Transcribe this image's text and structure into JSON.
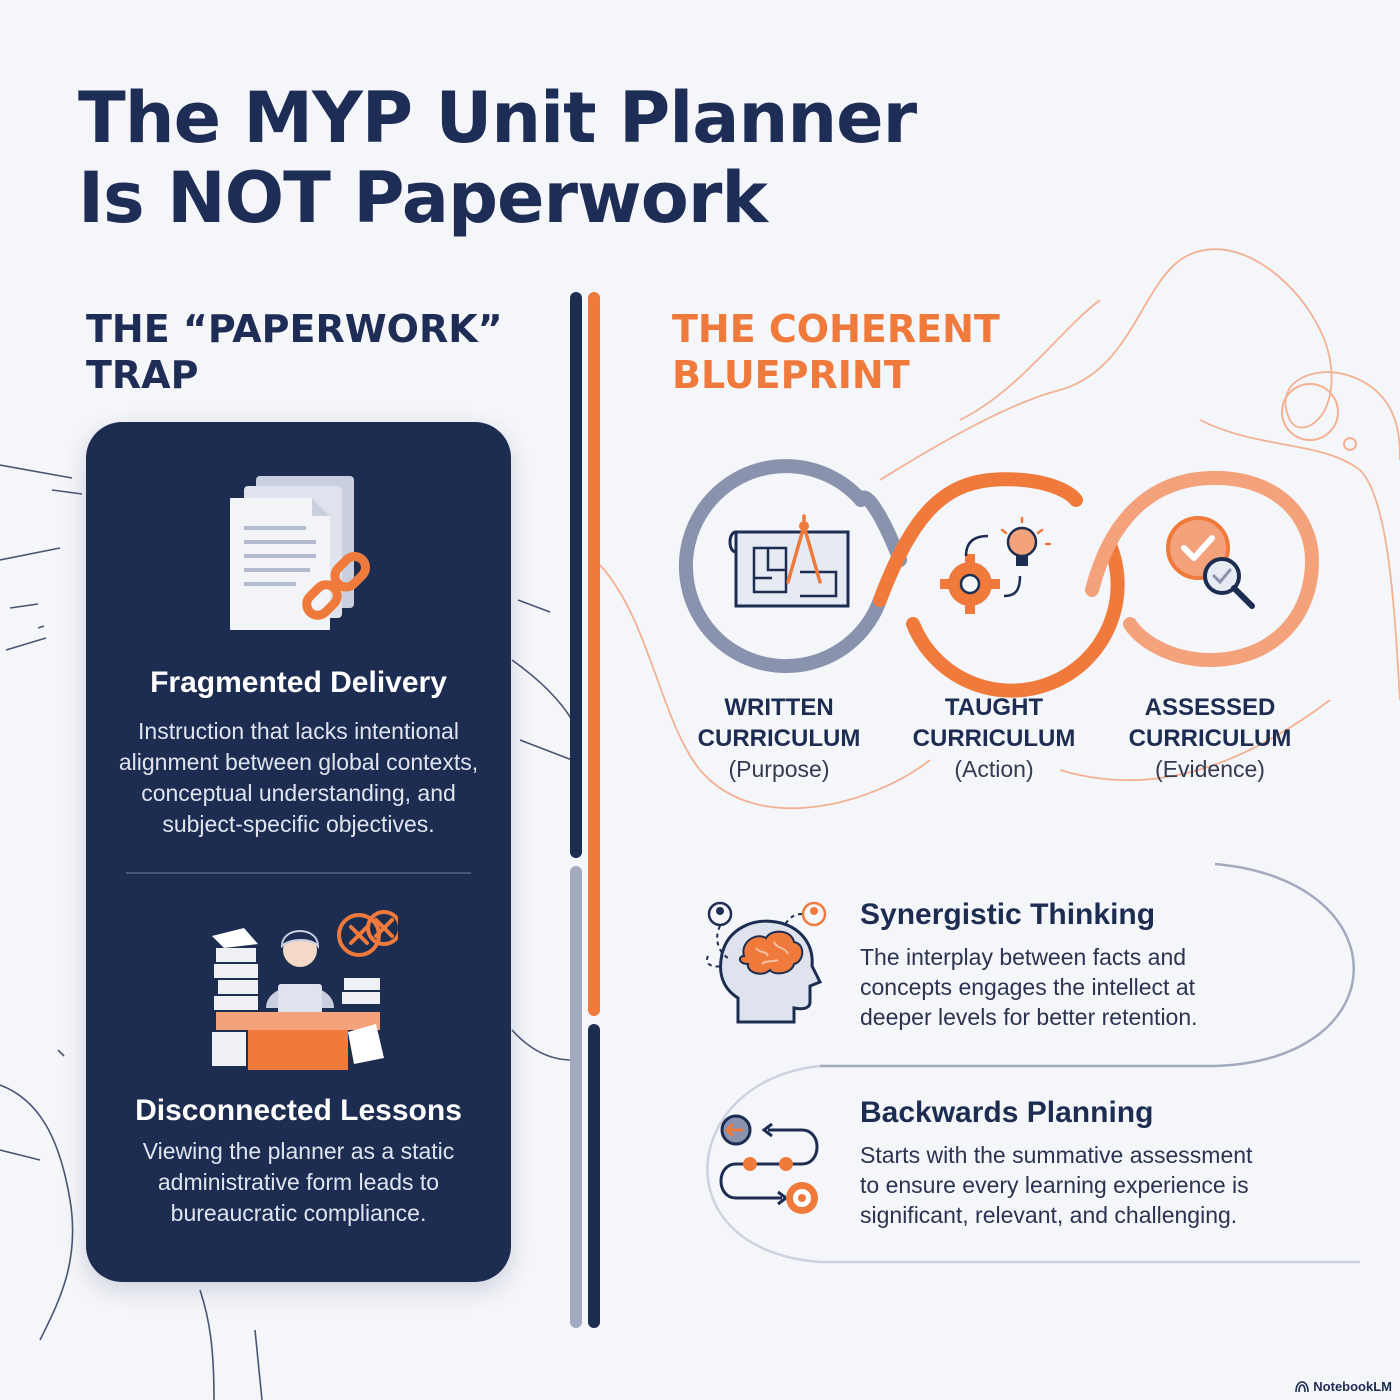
{
  "title": {
    "line1": "The MYP Unit Planner",
    "line2": "Is NOT Paperwork"
  },
  "left": {
    "heading_line1": "THE “PAPERWORK”",
    "heading_line2": "TRAP",
    "items": [
      {
        "title": "Fragmented Delivery",
        "lines": [
          "Instruction that lacks intentional",
          "alignment between global contexts,",
          "conceptual understanding, and",
          "subject-specific objectives."
        ]
      },
      {
        "title": "Disconnected Lessons",
        "lines": [
          "Viewing the planner as a static",
          "administrative form leads to",
          "bureaucratic compliance."
        ]
      }
    ]
  },
  "right": {
    "heading_line1": "THE COHERENT",
    "heading_line2": "BLUEPRINT",
    "loops": [
      {
        "l1": "WRITTEN",
        "l2": "CURRICULUM",
        "l3": "(Purpose)"
      },
      {
        "l1": "TAUGHT",
        "l2": "CURRICULUM",
        "l3": "(Action)"
      },
      {
        "l1": "ASSESSED",
        "l2": "CURRICULUM",
        "l3": "(Evidence)"
      }
    ],
    "features": [
      {
        "title": "Synergistic Thinking",
        "lines": [
          "The interplay between facts and",
          "concepts engages the intellect at",
          "deeper levels for better retention."
        ]
      },
      {
        "title": "Backwards Planning",
        "lines": [
          "Starts with the summative assessment",
          "to ensure every learning experience is",
          "significant, relevant, and challenging."
        ]
      }
    ]
  },
  "brand": "NotebookLM",
  "colors": {
    "navy": "#1d2d52",
    "orange": "#ef7a3c",
    "slate": "#8a93ad",
    "background": "#f5f6fa"
  },
  "icons": [
    "documents-chain-icon",
    "overwhelmed-worker-icon",
    "cancel-icon",
    "blueprint-compass-icon",
    "gear-lightbulb-icon",
    "checkmark-magnifier-icon",
    "brain-head-icon",
    "backwards-flow-icon",
    "notebooklm-logo-icon"
  ]
}
